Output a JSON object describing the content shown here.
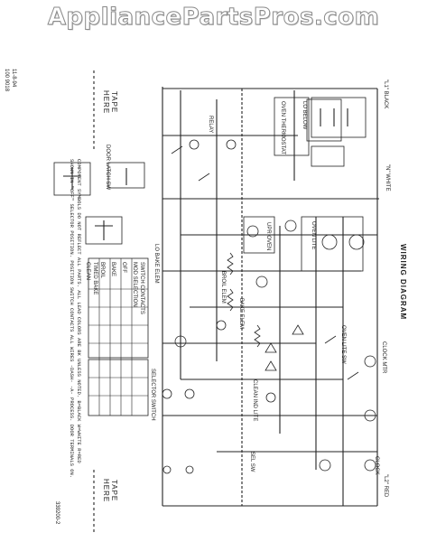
{
  "watermark": "AppliancePartsPros.com",
  "diagram": {
    "title": "WIRING DIAGRAM",
    "line_l1": "\"L1\" BLACK",
    "line_l2": "\"L2\" RED",
    "neutral": "\"N\" WHITE",
    "tape_here": "TAPE\nHERE",
    "date": "11-8-94",
    "doc_no": "100 9018",
    "part_no": "339200-2",
    "notes": "COMPONENT SYMBOLS DO NOT REFLECT ALL PARTS. ALL LEAD COLORS ARE BK UNLESS NOTED. B=BLACK W=WHITE R=RED",
    "notes2": "SHOWN IN \"OFF\" SELECTOR POSITION. POSITION SWITCH CONTACTS  ALL WIRES  -DASH- -A- PROCESS. DOOR TERMINALS ON.",
    "labels": {
      "hi_below": "LO BELOW",
      "thermostat": "OVEN THERMOSTAT",
      "relay": "RELAY",
      "lo_bake": "LO BAKE ELEM",
      "broil_elem": "BROIL ELEM",
      "bake_elem": "BAKE ELEM",
      "upr_oven": "UPR OVEN",
      "oven_lite": "OVEN LITE",
      "clock": "CLOCK",
      "sel_sw": "SEL SW",
      "door_latch": "DOOR LATCH SW",
      "clean_ind": "CLEAN IND LITE",
      "oven_lite_sw": "OVEN LITE SW",
      "clock_motor": "CLOCK MTR",
      "selector_switch": "SELECTOR SWITCH"
    },
    "selector_table": {
      "header": "SWITCH CONTACTS",
      "rows": [
        "MOD SELECTION",
        "OFF",
        "BAKE",
        "BROIL",
        "TIMED BAKE",
        "CLEAN"
      ]
    }
  }
}
